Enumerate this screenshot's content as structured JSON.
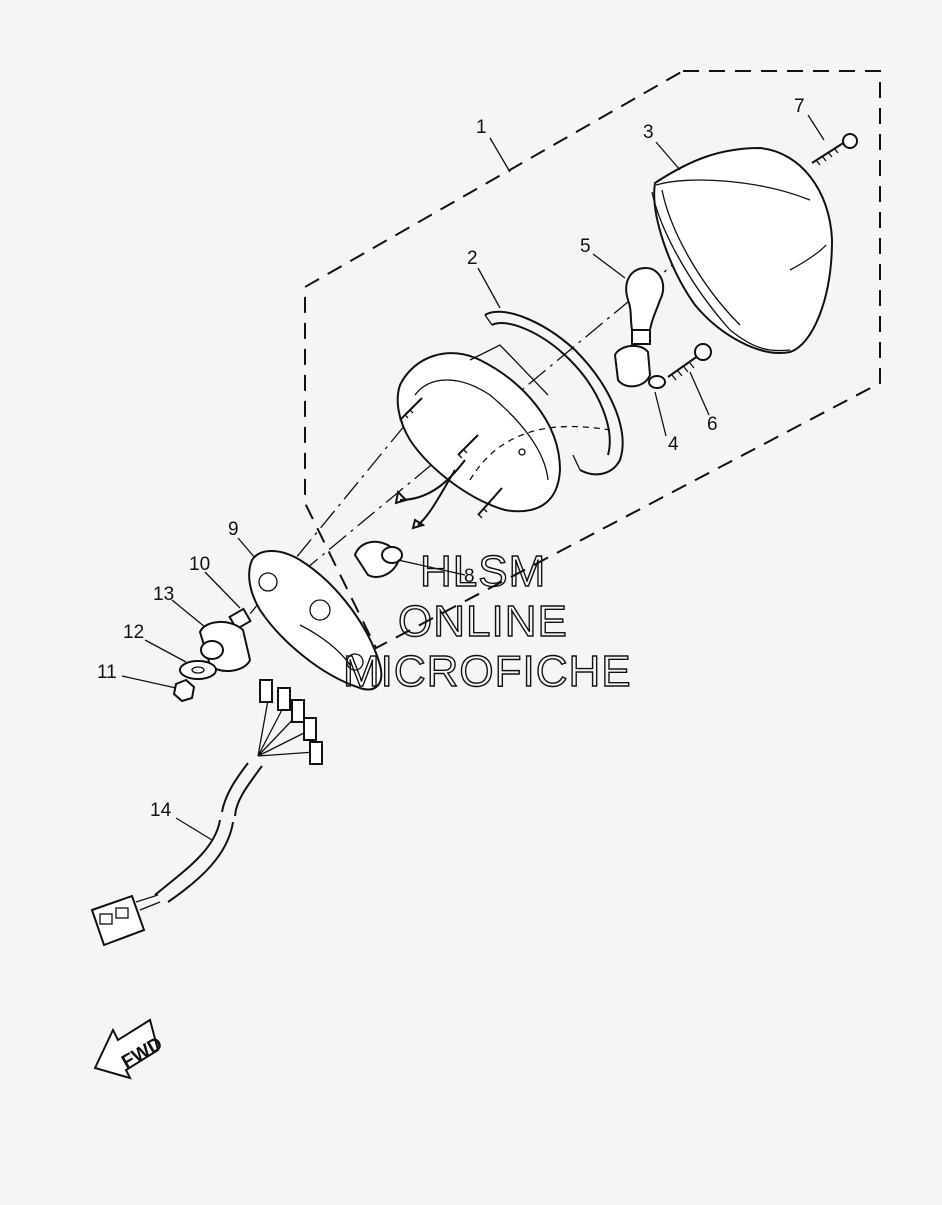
{
  "callouts": [
    {
      "id": "c1",
      "text": "1"
    },
    {
      "id": "c2",
      "text": "2"
    },
    {
      "id": "c3",
      "text": "3"
    },
    {
      "id": "c4",
      "text": "4"
    },
    {
      "id": "c5",
      "text": "5"
    },
    {
      "id": "c6",
      "text": "6"
    },
    {
      "id": "c7",
      "text": "7"
    },
    {
      "id": "c8",
      "text": "8"
    },
    {
      "id": "c9",
      "text": "9"
    },
    {
      "id": "c10",
      "text": "10"
    },
    {
      "id": "c11",
      "text": "11"
    },
    {
      "id": "c12",
      "text": "12"
    },
    {
      "id": "c13",
      "text": "13"
    },
    {
      "id": "c14",
      "text": "14"
    }
  ],
  "watermark": {
    "line1": "HLSM",
    "line2": "ONLINE",
    "line3": "MICROFICHE"
  },
  "fwd_label": "FWD"
}
